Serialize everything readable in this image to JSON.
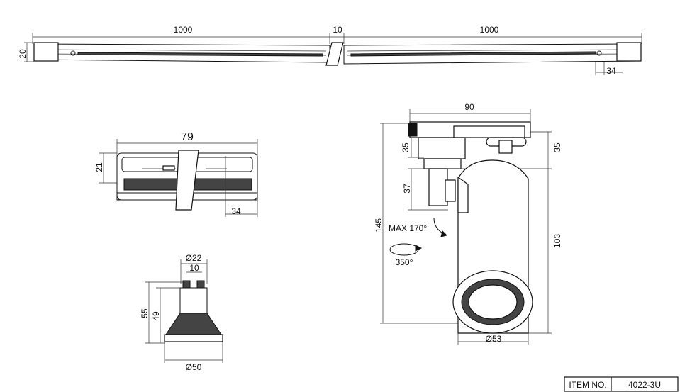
{
  "rail": {
    "length_left": "1000",
    "length_mid": "10",
    "length_right": "1000",
    "height": "20",
    "depth": "34"
  },
  "connector": {
    "length": "79",
    "height": "21",
    "depth": "34"
  },
  "bulb": {
    "dia_top": "Ø22",
    "pin_spacing": "10",
    "total_height": "55",
    "body_height": "49",
    "dia_bottom": "Ø50"
  },
  "spot": {
    "adapter_width": "90",
    "adapter_height_left": "35",
    "adapter_height_right": "35",
    "arm_height": "37",
    "total_height": "145",
    "body_height": "103",
    "body_dia": "Ø53",
    "tilt": "MAX 170°",
    "rotation": "350°"
  },
  "title_block": {
    "item_label": "ITEM NO.",
    "item_value": "4022-3U"
  }
}
